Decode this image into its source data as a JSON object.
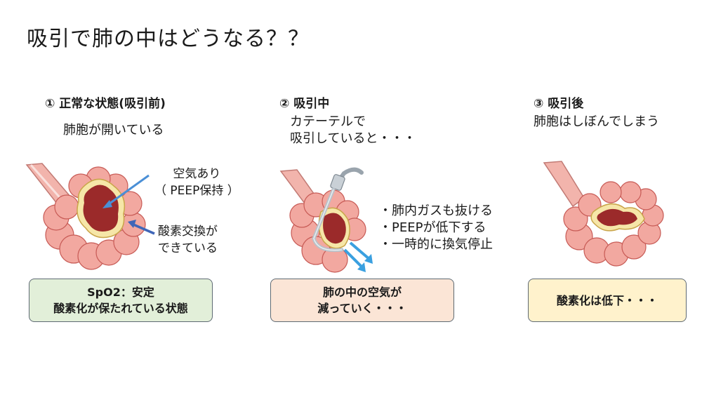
{
  "title": "吸引で肺の中はどうなる？？",
  "panels": [
    {
      "heading": "① 正常な状態(吸引前)",
      "description": [
        "肺胞が開いている"
      ],
      "labels": {
        "air": [
          "空気あり",
          "（ PEEP保持 ）"
        ],
        "exchange": [
          "酸素交換が",
          "できている"
        ]
      },
      "box_lines": [
        "SpO2：安定",
        "酸素化が保たれている状態"
      ],
      "box_color": "#e2efd9"
    },
    {
      "heading": "② 吸引中",
      "description": [
        "カテーテルで",
        "吸引していると・・・"
      ],
      "bullets": [
        "・肺内ガスも抜ける",
        "・PEEPが低下する",
        "・一時的に換気停止"
      ],
      "box_lines": [
        "肺の中の空気が",
        "減っていく・・・"
      ],
      "box_color": "#fbe5d6"
    },
    {
      "heading": "③ 吸引後",
      "description": [
        "肺胞はしぼんでしまう"
      ],
      "box_lines": [
        "酸素化は低下・・・"
      ],
      "box_color": "#fff2cc"
    }
  ],
  "colors": {
    "alveolus": "#f2a8a0",
    "alveolus_dark": "#c75a55",
    "interior": "#9b2a2a",
    "membrane": "#f6e6a8",
    "arrow_blue": "#4a8fd6",
    "arrow_suction": "#3aa0e0"
  }
}
